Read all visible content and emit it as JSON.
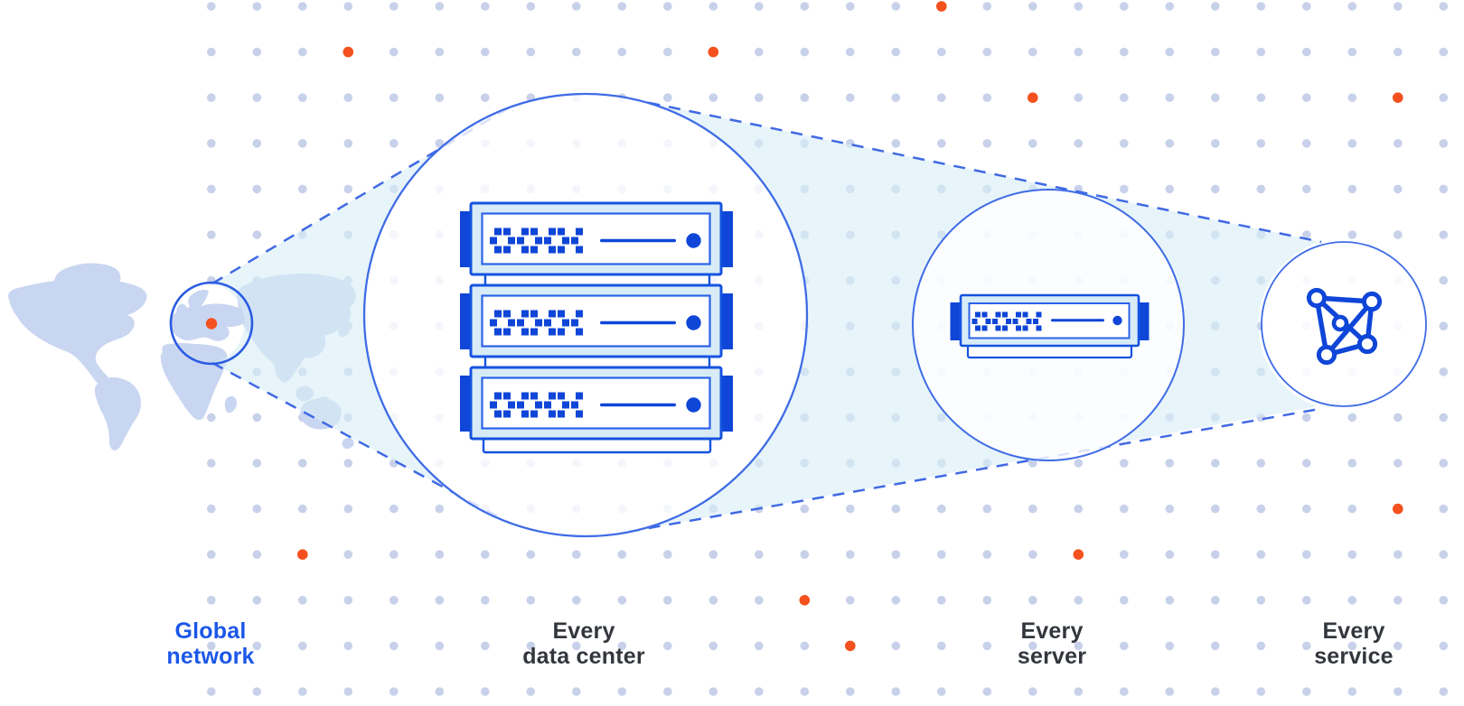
{
  "diagram": {
    "stages": [
      {
        "name": "global-network",
        "icon": "world-map-location-icon",
        "lines": [
          "Global",
          "network"
        ],
        "emphasis": "blue"
      },
      {
        "name": "every-data-center",
        "icon": "server-rack-icon",
        "lines": [
          "Every",
          "data center"
        ],
        "emphasis": "dark"
      },
      {
        "name": "every-server",
        "icon": "server-icon",
        "lines": [
          "Every",
          "server"
        ],
        "emphasis": "dark"
      },
      {
        "name": "every-service",
        "icon": "mesh-network-icon",
        "lines": [
          "Every",
          "service"
        ],
        "emphasis": "dark"
      }
    ],
    "colors": {
      "accent_blue": "#1b57e8",
      "deep_blue": "#0f46d8",
      "stroke_blue": "#1553e0",
      "panel_stroke": "#2a62e8",
      "circle_stroke": "#3f6ce6",
      "circle_stroke_small": "#2b5ce2",
      "dashed_line": "#4069e4",
      "label_dark": "#33373d",
      "dot_grid": "#c2cce8",
      "dot_orange": "#f4511e",
      "map_fill": "#c9d6f1",
      "cone_fill": "#d8eef6",
      "band_fill": "#d8ecf8"
    }
  }
}
